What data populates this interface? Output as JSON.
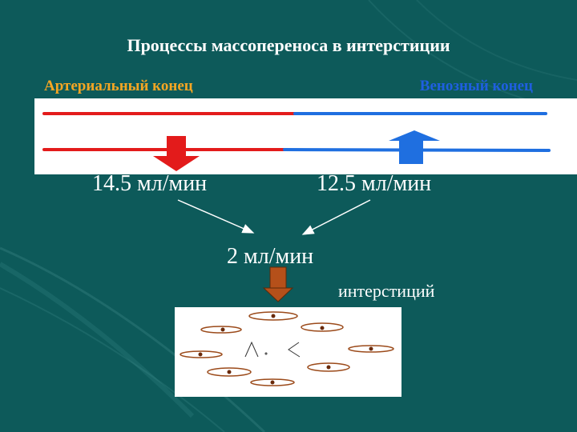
{
  "slide": {
    "title": "Процессы массопереноса в интерстиции",
    "arterial_label": "Артериальный конец",
    "venous_label": "Венозный конец",
    "arterial_flow": "14.5 мл/мин",
    "venous_flow": "12.5 мл/мин",
    "net_flow": "2 мл/мин",
    "interstitium_label": "интерстиций"
  },
  "colors": {
    "background": "#0d5a5a",
    "arterial": "#e31b1b",
    "venous": "#1f6fe0",
    "arterial_label": "#f5a623",
    "net_arrow": "#b5501a"
  }
}
